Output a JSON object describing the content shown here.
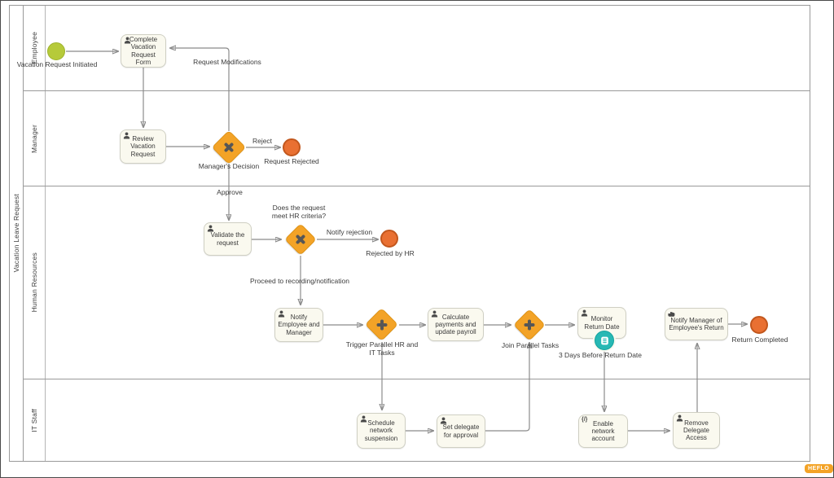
{
  "pool": {
    "label": "Vacation Leave Request"
  },
  "lanes": [
    {
      "label": "Employee"
    },
    {
      "label": "Manager"
    },
    {
      "label": "Human Resources"
    },
    {
      "label": "IT Staff"
    }
  ],
  "tasks": {
    "complete_vacation": {
      "label": "Complete Vacation Request Form",
      "icon": "user"
    },
    "review_vacation": {
      "label": "Review Vacation Request",
      "icon": "user"
    },
    "validate_request": {
      "label": "Validate the request",
      "icon": "user"
    },
    "notify_employee_manager": {
      "label": "Notify Employee and Manager",
      "icon": "user"
    },
    "calculate_payments": {
      "label": "Calculate payments and update payroll",
      "icon": "user"
    },
    "monitor_return": {
      "label": "Monitor Return Date",
      "icon": "user"
    },
    "notify_manager_return": {
      "label": "Notify Manager of Employee's Return",
      "icon": "manual-hand"
    },
    "schedule_network": {
      "label": "Schedule network suspension",
      "icon": "user"
    },
    "set_delegate": {
      "label": "Set delegate for approval",
      "icon": "user"
    },
    "enable_network": {
      "label": "Enable network account",
      "icon": "script",
      "icon_text": "{/}"
    },
    "remove_delegate": {
      "label": "Remove Delegate Access",
      "icon": "user"
    }
  },
  "gateways": {
    "managers_decision": {
      "label": "Manager's Decision",
      "type": "exclusive"
    },
    "hr_criteria": {
      "label": "Does the request meet HR criteria?",
      "type": "exclusive"
    },
    "trigger_parallel": {
      "label": "Trigger Parallel HR and IT Tasks",
      "type": "parallel"
    },
    "join_parallel": {
      "label": "Join Parallel Tasks",
      "type": "parallel"
    }
  },
  "events": {
    "start": {
      "label": "Vacation Request Initiated",
      "type": "start"
    },
    "request_rejected": {
      "label": "Request Rejected",
      "type": "end"
    },
    "rejected_by_hr": {
      "label": "Rejected by HR",
      "type": "end"
    },
    "return_completed": {
      "label": "Return Completed",
      "type": "end"
    },
    "timer_boundary": {
      "label": "3 Days Before Return Date",
      "type": "boundary"
    }
  },
  "flow_labels": {
    "request_modifications": "Request Modifications",
    "reject": "Reject",
    "approve": "Approve",
    "notify_rejection": "Notify rejection",
    "proceed": "Proceed to recording/notification"
  },
  "colors": {
    "task_fill": "#faf9ef",
    "task_border": "#cfcfc3",
    "gateway_fill": "#f3a327",
    "gateway_marker": "#565656",
    "start_fill": "#b6ca3a",
    "end_fill": "#e97032",
    "end_border": "#c2571d",
    "boundary_fill": "#27b8b4",
    "flow_line": "#8b8b8b"
  },
  "logo": {
    "text": "HEFLO"
  }
}
